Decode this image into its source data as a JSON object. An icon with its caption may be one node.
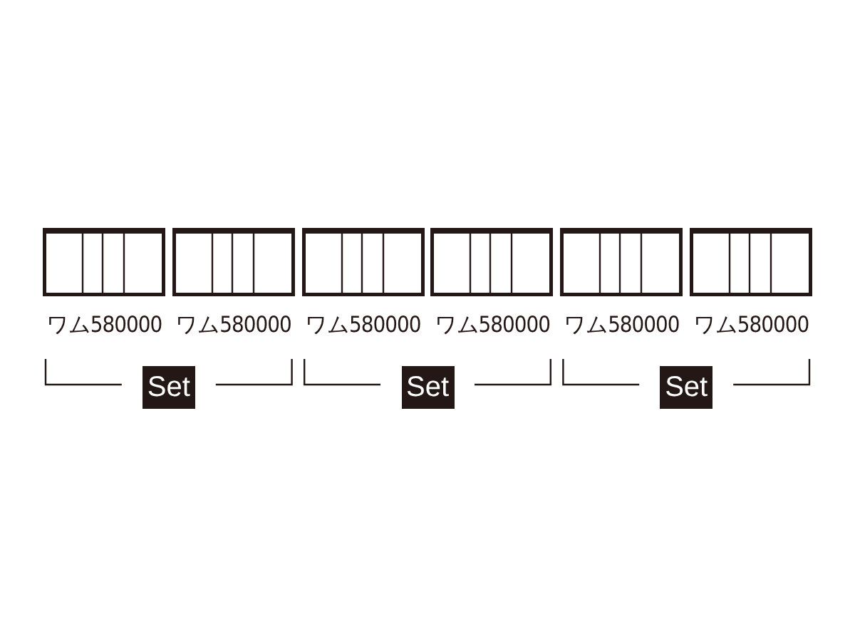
{
  "diagram": {
    "nodes": [
      {
        "text": [],
        "shape": "box",
        "beside": [
          "ワム580000"
        ]
      },
      {
        "text": [],
        "shape": "box",
        "beside": [
          "ワム580000"
        ]
      },
      {
        "text": [],
        "shape": "box",
        "beside": [
          "ワム580000"
        ]
      },
      {
        "text": [],
        "shape": "box",
        "beside": [
          "ワム580000"
        ]
      },
      {
        "text": [],
        "shape": "box",
        "beside": [
          "ワム580000"
        ]
      },
      {
        "text": [],
        "shape": "box",
        "beside": [
          "ワム580000"
        ]
      }
    ],
    "labels": [
      "Set",
      "Set",
      "Set"
    ]
  }
}
